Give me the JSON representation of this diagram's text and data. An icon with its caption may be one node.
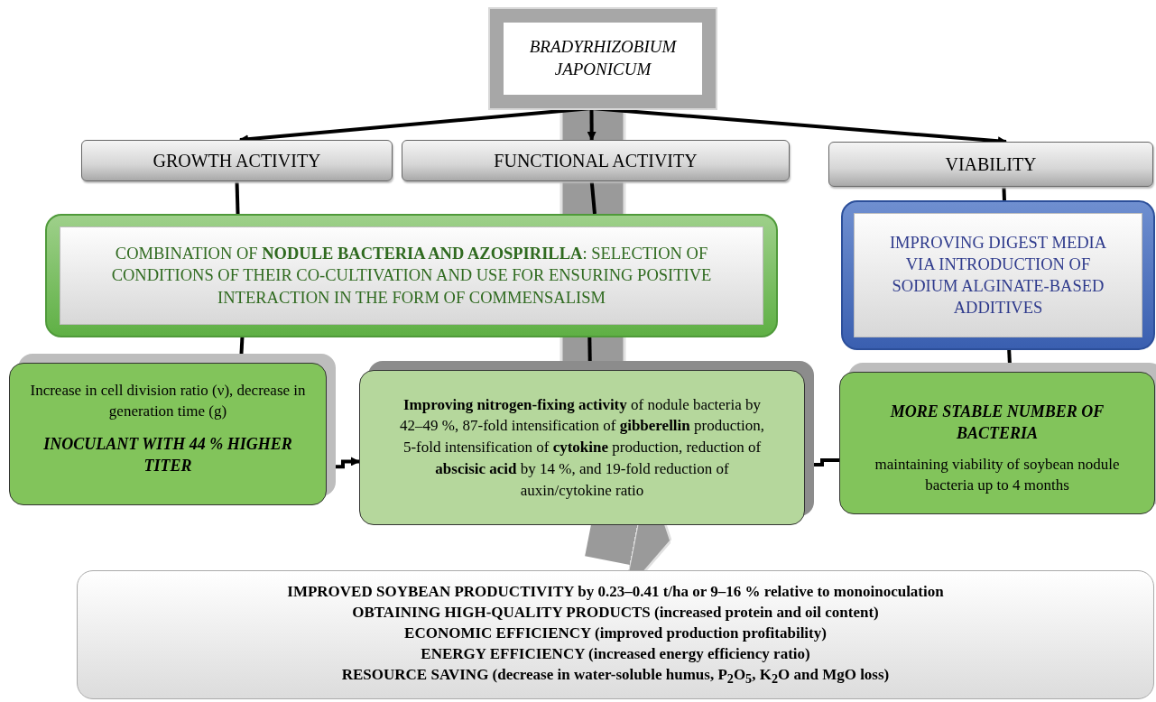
{
  "diagram": {
    "nodes": [
      {
        "text": [
          "BRADYRHIZOBIUM JAPONICUM"
        ]
      },
      {
        "text": [
          "GROWTH ACTIVITY"
        ]
      },
      {
        "text": [
          "FUNCTIONAL ACTIVITY"
        ]
      },
      {
        "text": [
          "VIABILITY"
        ]
      },
      {
        "text": [
          "COMBINATION OF **NODULE BACTERIA AND AZOSPIRILLA**: SELECTION OF CONDITIONS OF THEIR CO-CULTIVATION AND USE FOR ENSURING POSITIVE INTERACTION IN THE FORM OF COMMENSALISM"
        ]
      },
      {
        "text": [
          "IMPROVING DIGEST MEDIA VIA INTRODUCTION OF SODIUM ALGINATE-BASED ADDITIVES"
        ]
      },
      {
        "text": [
          "Increase in cell division ratio (ν), decrease in generation time (g)",
          "INOCULANT WITH 44 % HIGHER TITER"
        ]
      },
      {
        "text": [
          "**Improving nitrogen-fixing activity** of nodule bacteria by 42–49 %, 87-fold intensification of **gibberellin** production, 5-fold intensification of **cytokine** production, reduction of **abscisic acid** by 14 %, and 19-fold reduction of auxin/cytokine ratio"
        ]
      },
      {
        "text": [
          "MORE STABLE NUMBER OF BACTERIA",
          "maintaining viability of soybean nodule bacteria up to 4 months"
        ]
      },
      {
        "text": [
          "IMPROVED SOYBEAN PRODUCTIVITY by 0.23–0.41 t/ha or 9–16 % relative to monoinoculation",
          "OBTAINING HIGH-QUALITY PRODUCTS (increased protein and oil content)",
          "ECONOMIC EFFICIENCY (improved production profitability)",
          "ENERGY EFFICIENCY (increased energy efficiency ratio)",
          "RESOURCE SAVING (decrease in water-soluble humus, P$_{2}$O$_{5}$, K$_{2}$O and MgO loss)"
        ]
      }
    ],
    "edges": [
      {
        "from": 7,
        "to": 9,
        "arrow": "to",
        "style": "thick",
        "color": "#9a9a9a"
      },
      {
        "from": 0,
        "to": 1,
        "arrow": "to"
      },
      {
        "from": 0,
        "to": 2,
        "arrow": "to"
      },
      {
        "from": 0,
        "to": 3,
        "arrow": "to"
      },
      {
        "from": 1,
        "to": 4,
        "arrow": "none"
      },
      {
        "from": 2,
        "to": 4,
        "arrow": "none"
      },
      {
        "from": 3,
        "to": 5,
        "arrow": "none"
      },
      {
        "from": 4,
        "to": 6,
        "arrow": "to"
      },
      {
        "from": 4,
        "to": 7,
        "arrow": "to"
      },
      {
        "from": 5,
        "to": 8,
        "arrow": "to"
      },
      {
        "from": 6,
        "to": 7,
        "arrow": "to"
      },
      {
        "from": 8,
        "to": 7,
        "arrow": "to"
      }
    ]
  }
}
